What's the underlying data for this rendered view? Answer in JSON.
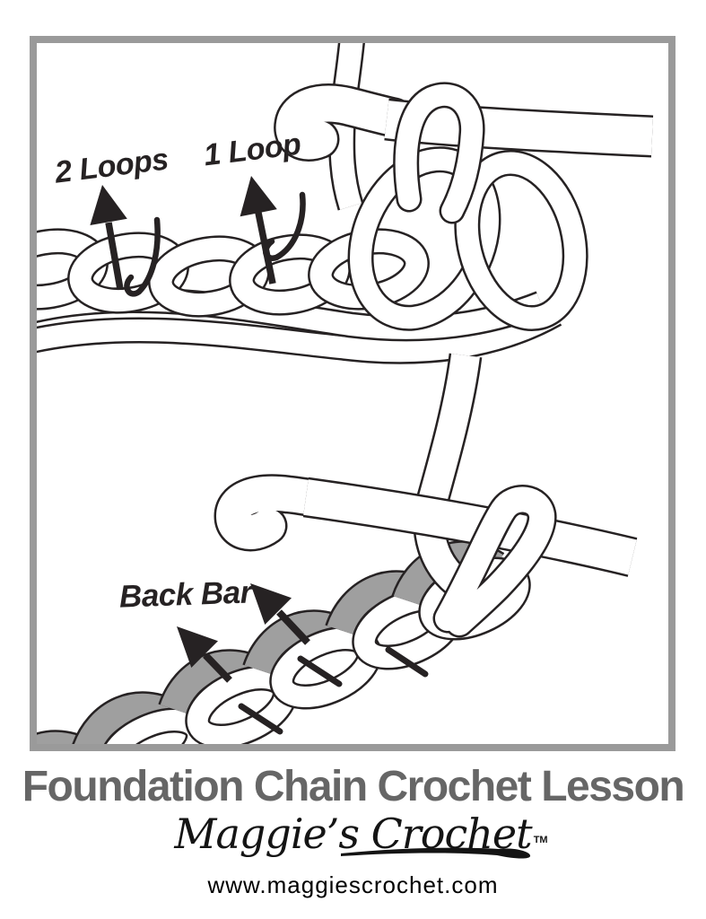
{
  "colors": {
    "frame_border": "#9a9a9a",
    "line_art": "#262223",
    "back_bar_gray": "#9f9f9f",
    "title_gray": "#666666"
  },
  "top_illustration": {
    "two_loops_label": "2 Loops",
    "one_loop_label": "1 Loop"
  },
  "bottom_illustration": {
    "back_bar_label": "Back Bar"
  },
  "footer": {
    "title": "Foundation Chain Crochet Lesson",
    "logo_text": "Maggie’s Crochet",
    "trademark": "TM",
    "website": "www.maggiescrochet.com"
  }
}
